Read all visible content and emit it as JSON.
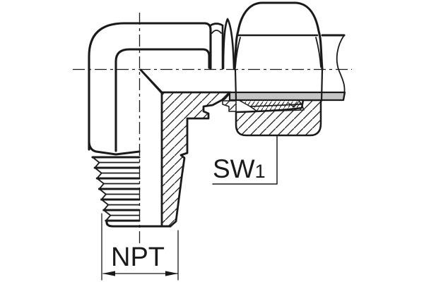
{
  "drawing": {
    "labels": {
      "wrench_size": "SW",
      "wrench_size_subscript": "1",
      "thread_standard": "NPT"
    },
    "colors": {
      "line": "#1a1a1a",
      "tube_section_fill": "#c6c6c6",
      "background": "#ffffff"
    }
  }
}
